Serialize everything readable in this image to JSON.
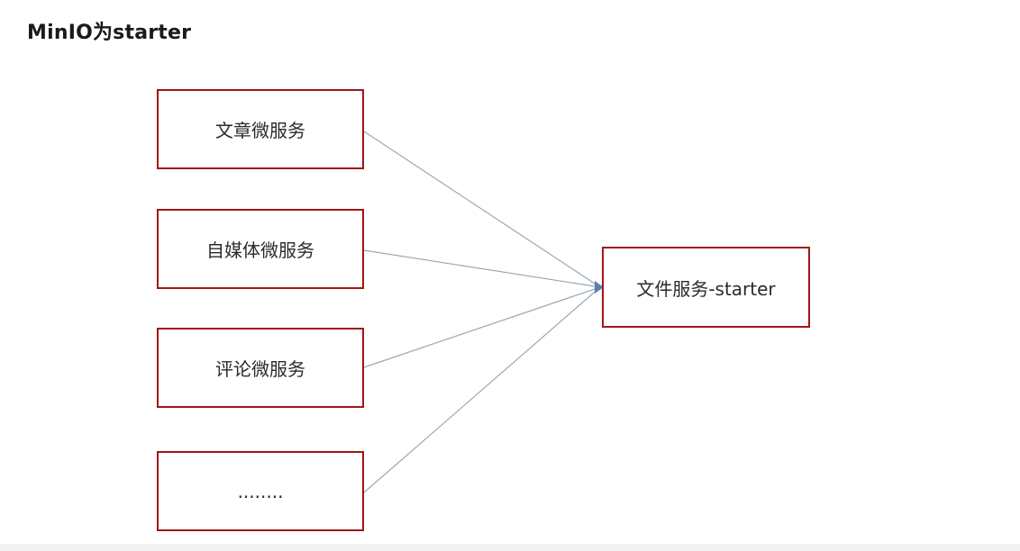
{
  "title": "MinIO为starter",
  "nodes": {
    "sources": [
      {
        "label": "文章微服务"
      },
      {
        "label": "自媒体微服务"
      },
      {
        "label": "评论微服务"
      },
      {
        "label": "........"
      }
    ],
    "target": {
      "label": "文件服务-starter"
    }
  },
  "colors": {
    "box_border": "#a31515",
    "connector": "#9aa7b4",
    "arrowhead": "#5b7fb0"
  }
}
